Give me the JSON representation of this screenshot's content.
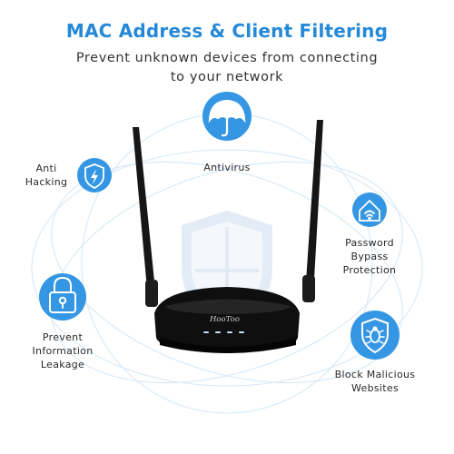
{
  "header": {
    "title": "MAC Address & Client Filtering",
    "subtitle_line1": "Prevent unknown devices from connecting",
    "subtitle_line2": "to your network"
  },
  "brand": "HooToo",
  "features": {
    "antivirus": {
      "label": "Antivirus",
      "icon": "umbrella-icon"
    },
    "anti_hacking": {
      "line1": "Anti",
      "line2": "Hacking",
      "icon": "shield-bolt-icon"
    },
    "password_bypass": {
      "line1": "Password",
      "line2": "Bypass",
      "line3": "Protection",
      "icon": "house-wifi-icon"
    },
    "info_leakage": {
      "line1": "Prevent",
      "line2": "Information",
      "line3": "Leakage",
      "icon": "padlock-icon"
    },
    "malicious_sites": {
      "line1": "Block Malicious",
      "line2": "Websites",
      "icon": "shield-bug-icon"
    }
  },
  "colors": {
    "accent": "#2589d8",
    "icon_circle": "#3597e3",
    "router": "#111111"
  }
}
